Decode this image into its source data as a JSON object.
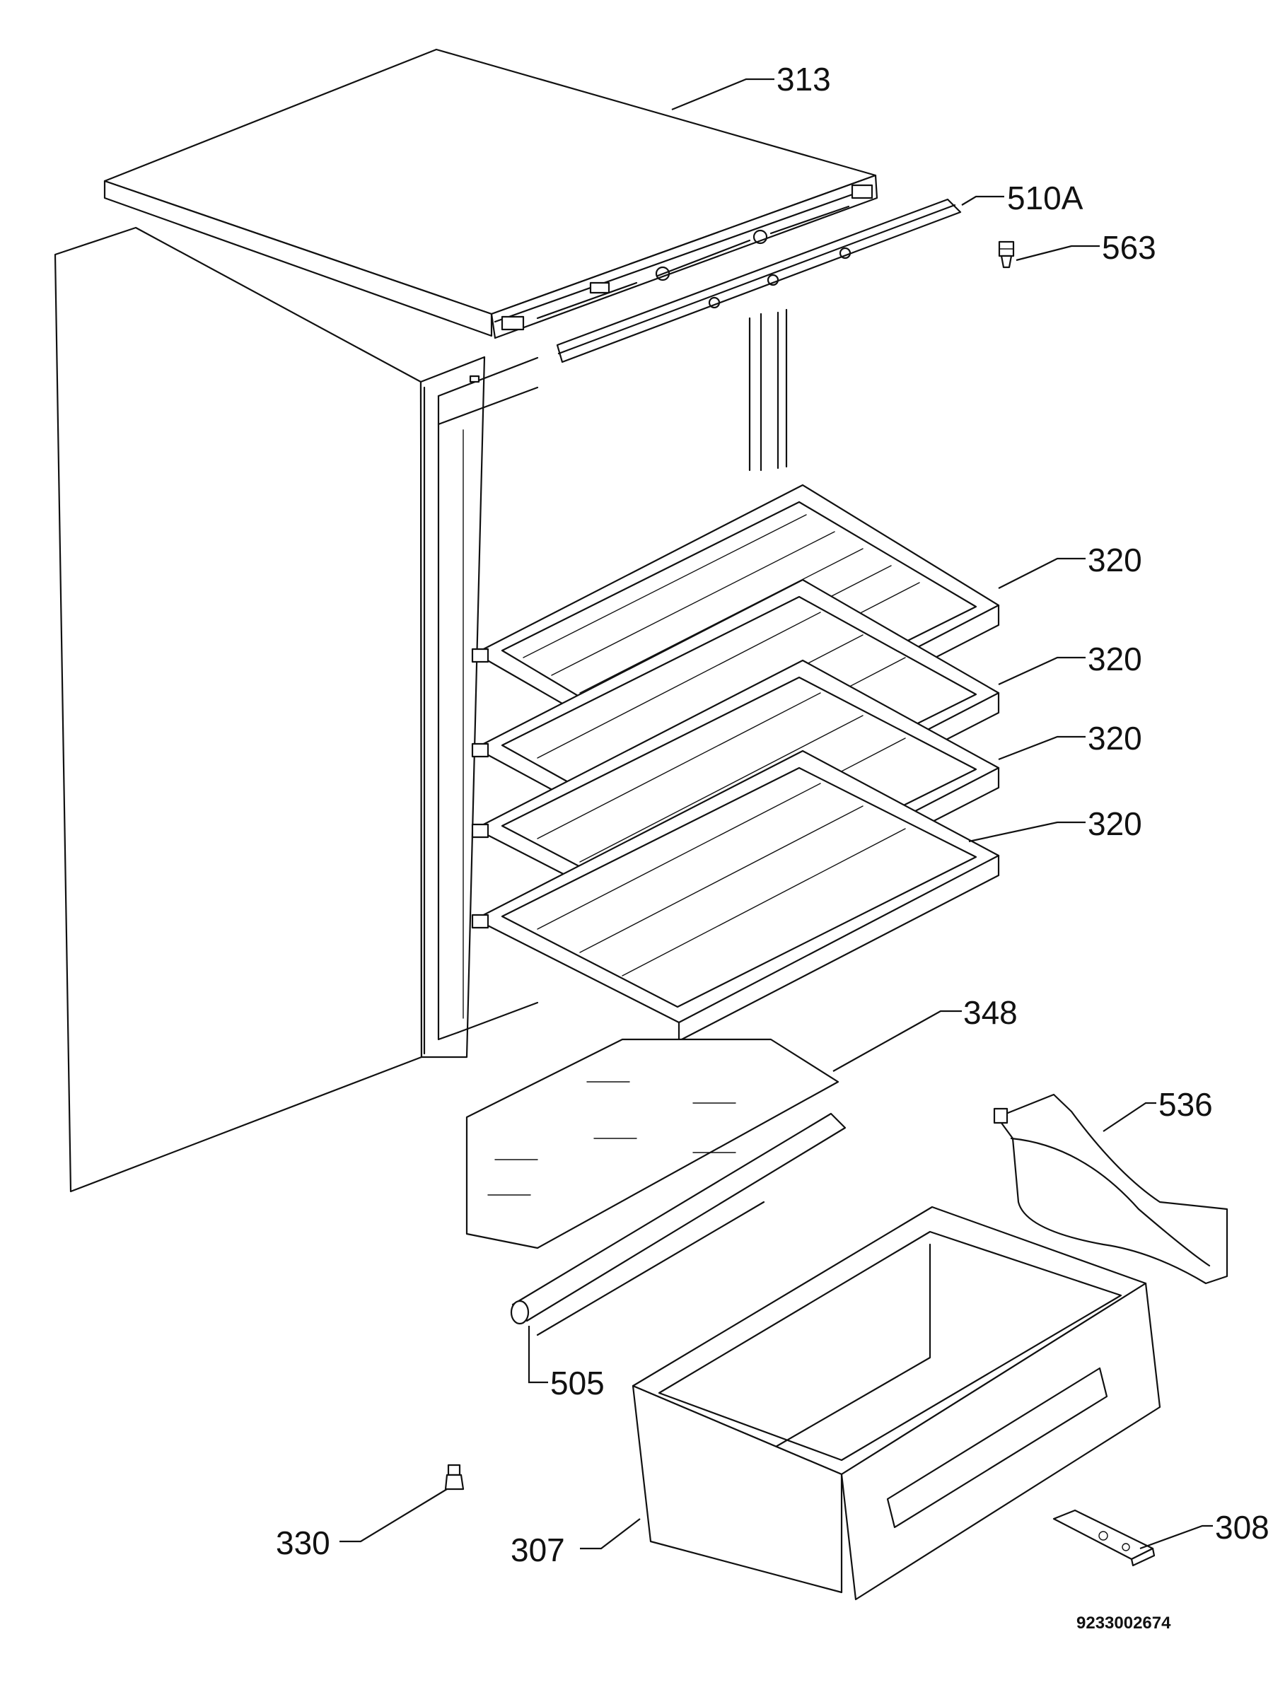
{
  "callouts": {
    "top_cover": "313",
    "front_trim": "510A",
    "screw_563": "563",
    "shelf_1": "320",
    "shelf_2": "320",
    "shelf_3": "320",
    "shelf_4": "320",
    "glass_shelf": "348",
    "door_bin_536": "536",
    "rail_505": "505",
    "screw_330": "330",
    "crisper_307": "307",
    "bracket_308": "308"
  },
  "document_number": "9233002674"
}
